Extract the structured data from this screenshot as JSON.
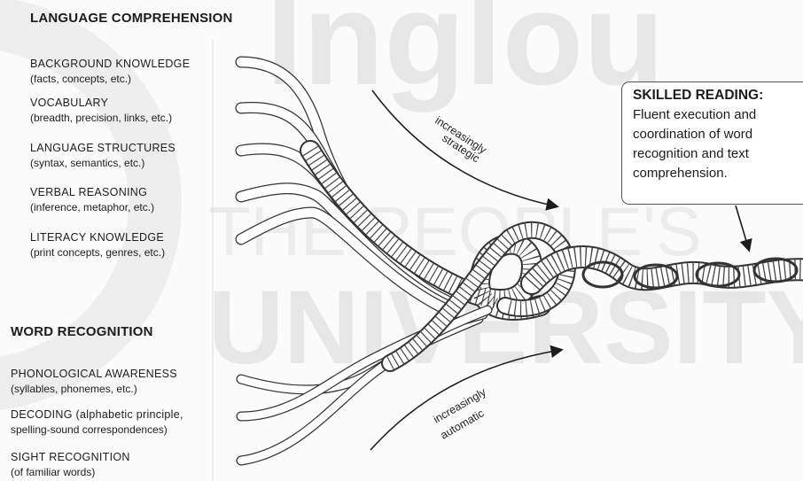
{
  "watermark": {
    "top_text": "Inglou",
    "middle_text": "THE PEOPLE'S",
    "bottom_text": "UNIVERSITY"
  },
  "language_comprehension": {
    "heading": "LANGUAGE COMPREHENSION",
    "strands": [
      {
        "title": "BACKGROUND KNOWLEDGE",
        "subtitle": "(facts, concepts, etc.)"
      },
      {
        "title": "VOCABULARY",
        "subtitle": "(breadth, precision, links, etc.)"
      },
      {
        "title": "LANGUAGE STRUCTURES",
        "subtitle": "(syntax, semantics, etc.)"
      },
      {
        "title": "VERBAL REASONING",
        "subtitle": "(inference, metaphor, etc.)"
      },
      {
        "title": "LITERACY KNOWLEDGE",
        "subtitle": "(print concepts, genres, etc.)"
      }
    ]
  },
  "word_recognition": {
    "heading": "WORD RECOGNITION",
    "strands": [
      {
        "title": "PHONOLOGICAL AWARENESS",
        "subtitle": "(syllables, phonemes, etc.)"
      },
      {
        "title": "DECODING (alphabetic principle,",
        "subtitle": "spelling-sound correspondences)"
      },
      {
        "title": "SIGHT RECOGNITION",
        "subtitle": "(of familiar words)"
      }
    ]
  },
  "arrows": {
    "upper_label": "increasingly strategic",
    "upper_line1": "increasingly",
    "upper_line2": "strategic",
    "lower_label": "increasingly automatic",
    "lower_line1": "increasingly",
    "lower_line2": "automatic"
  },
  "skilled_reading": {
    "title": "SKILLED READING:",
    "body": "Fluent execution and coordination of word recognition and text comprehension."
  },
  "colors": {
    "text": "#1c1c1c",
    "rope_fill": "#ffffff",
    "rope_stroke": "#333333",
    "watermark": "#e7e7e7"
  }
}
